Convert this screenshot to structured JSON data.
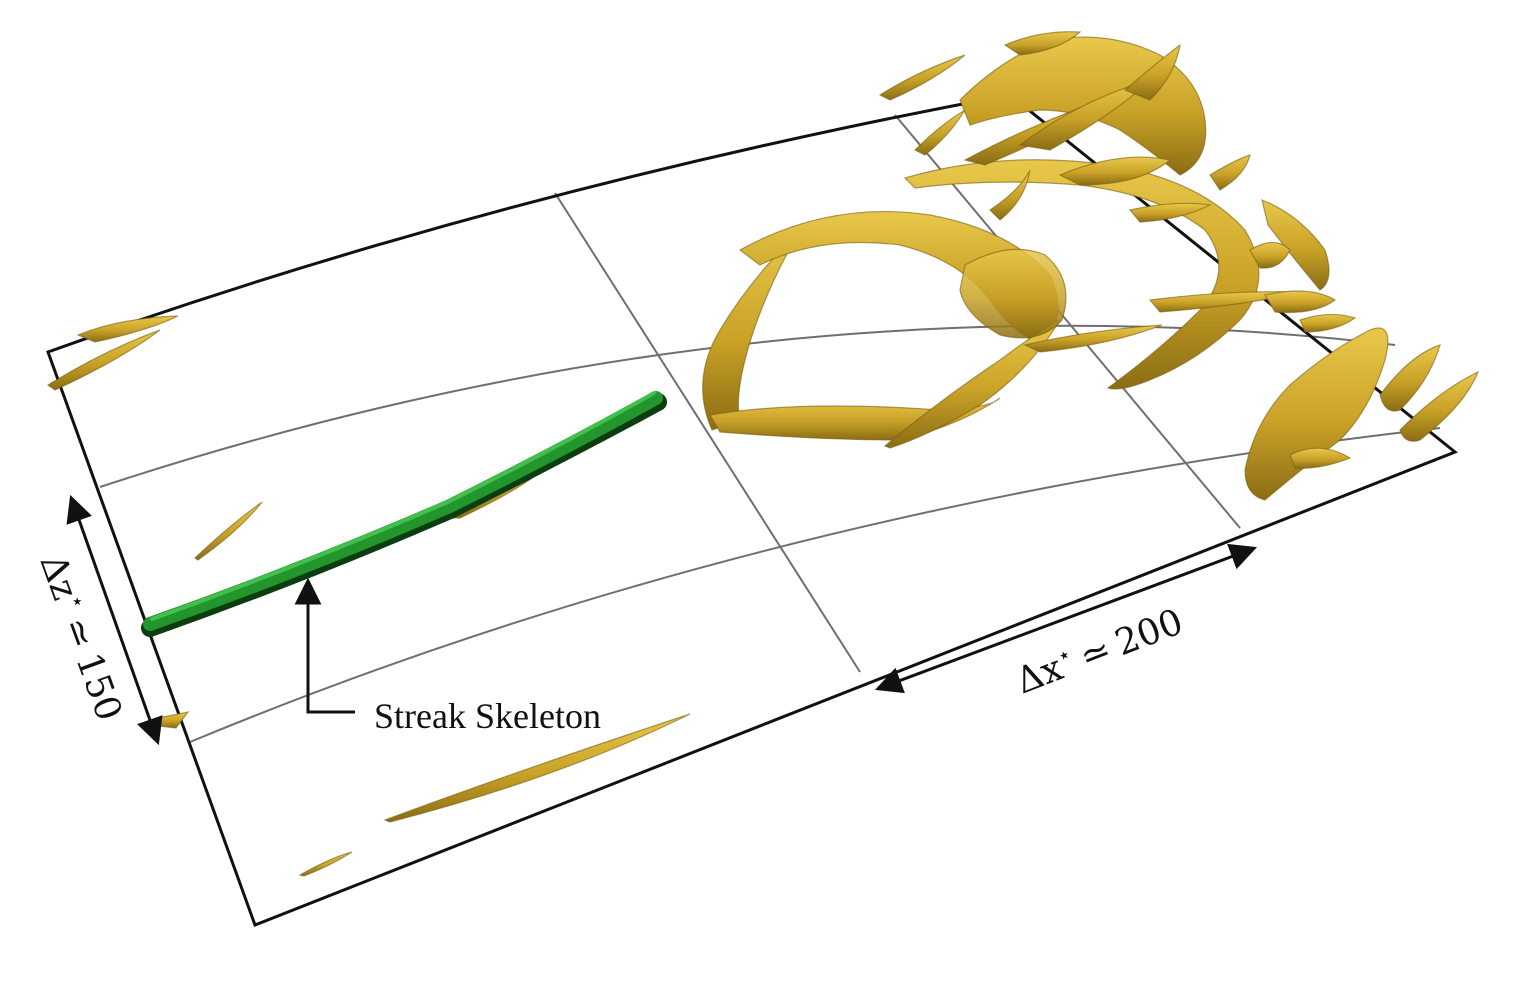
{
  "labels": {
    "streak_skeleton": "Streak Skeleton",
    "delta_x": {
      "delta": "Δx",
      "sup": "⋆",
      "relation": "≃",
      "value": "200"
    },
    "delta_z": {
      "delta": "Δz",
      "sup": "⋆",
      "relation": "≃",
      "value": "150"
    }
  },
  "colors": {
    "vortex_fill": "#c9a227",
    "vortex_edge": "#7a5e10",
    "streak_fill": "#1f8f2a",
    "streak_dark": "#0d4a12",
    "frame": "#111111",
    "grid": "#7a7a7a"
  }
}
